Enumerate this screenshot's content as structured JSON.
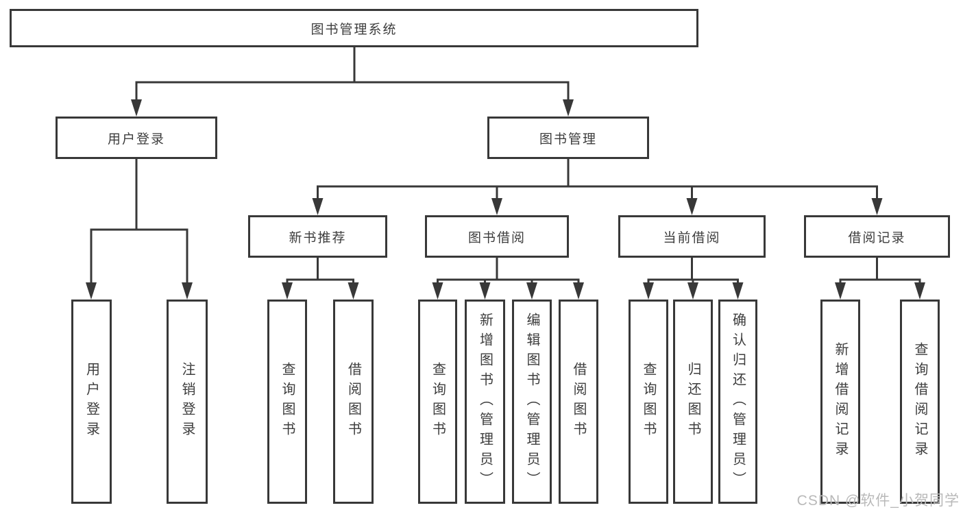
{
  "diagram": {
    "nodes": {
      "root": "图书管理系统",
      "user_login": "用户登录",
      "book_mgmt": "图书管理",
      "new_book_rec": "新书推荐",
      "book_borrow": "图书借阅",
      "current_borrow": "当前借阅",
      "borrow_records": "借阅记录",
      "leaf_user_login": "用户登录",
      "leaf_logout": "注销登录",
      "leaf_nb_query": "查询图书",
      "leaf_nb_borrow": "借阅图书",
      "leaf_bb_query": "查询图书",
      "leaf_bb_add": "新增图书（管理员）",
      "leaf_bb_edit": "编辑图书（管理员）",
      "leaf_bb_borrow": "借阅图书",
      "leaf_cb_query": "查询图书",
      "leaf_cb_return": "归还图书",
      "leaf_cb_confirm": "确认归还（管理员）",
      "leaf_br_add": "新增借阅记录",
      "leaf_br_query": "查询借阅记录"
    },
    "watermark": "CSDN @软件_小贺同学",
    "colors": {
      "line": "#383838",
      "text": "#3d3d3d",
      "watermark": "#b9b9b9",
      "background": "#ffffff"
    }
  }
}
